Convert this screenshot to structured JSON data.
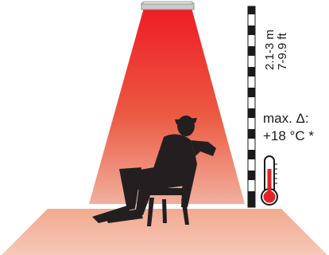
{
  "height_label_metric": "2.1-3 m",
  "height_label_imperial": "7-9.9 ft",
  "delta_label_title": "max. Δ:",
  "delta_label_value": "+18 °C *",
  "icons": [
    "infrared-heater-icon",
    "seated-person-silhouette",
    "thermometer-icon",
    "height-measuring-pole"
  ],
  "colors": {
    "heat_top": "#ee1c24",
    "heat_mid": "#ed6a52",
    "heat_bottom": "#f2b7a6",
    "floor": "#f3b19a",
    "silhouette": "#231f20",
    "thermometer_fill": "#e32424"
  }
}
